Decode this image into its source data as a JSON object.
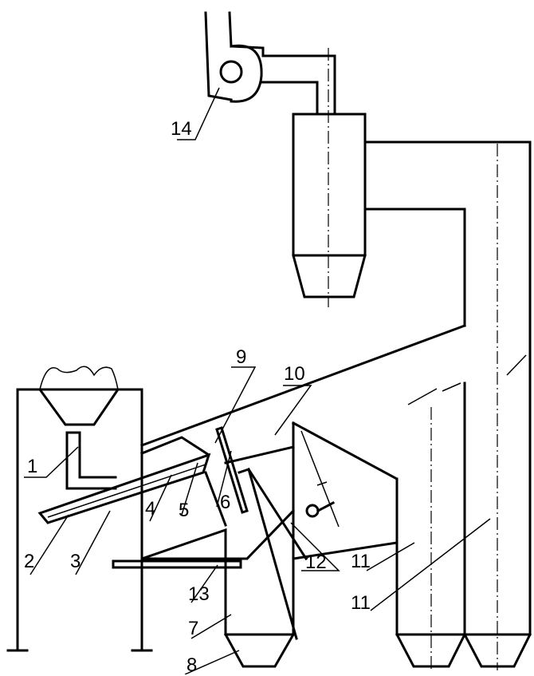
{
  "labels": {
    "l1": "1",
    "l2": "2",
    "l3": "3",
    "l4": "4",
    "l5": "5",
    "l6": "6",
    "l7": "7",
    "l8": "8",
    "l9": "9",
    "l10": "10",
    "l11a": "11",
    "l11b": "11",
    "l12": "12",
    "l13": "13",
    "l14": "14"
  }
}
